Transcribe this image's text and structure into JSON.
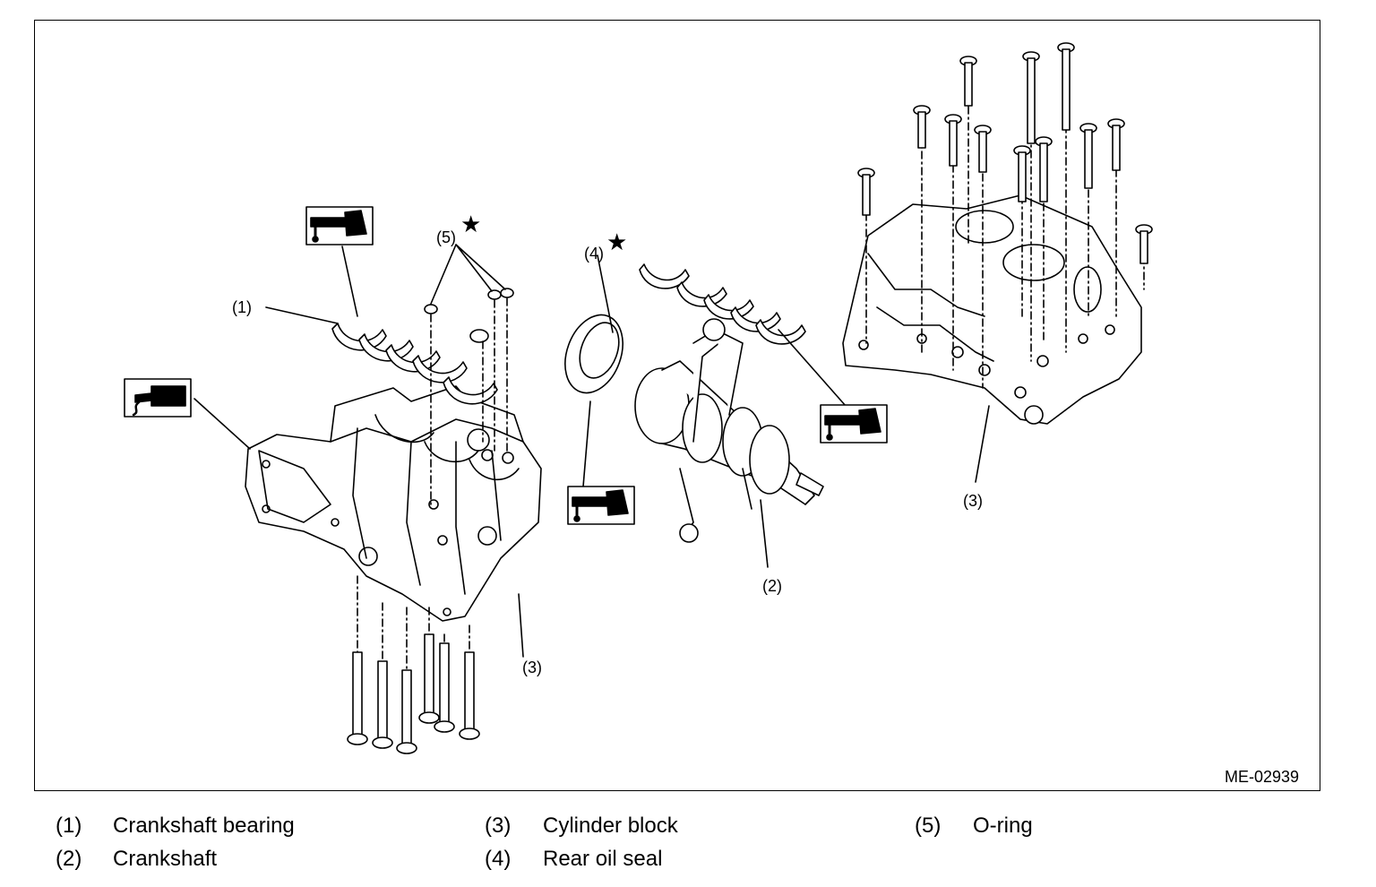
{
  "figure": {
    "code": "ME-02939",
    "callouts": {
      "c1": "(1)",
      "c2": "(2)",
      "c3_left": "(3)",
      "c3_right": "(3)",
      "c4": "(4)",
      "c5": "(5)",
      "star": "★"
    }
  },
  "legend": [
    {
      "num": "(1)",
      "label": "Crankshaft bearing"
    },
    {
      "num": "(2)",
      "label": "Crankshaft"
    },
    {
      "num": "(3)",
      "label": "Cylinder block"
    },
    {
      "num": "(4)",
      "label": "Rear oil seal"
    },
    {
      "num": "(5)",
      "label": "O-ring"
    }
  ],
  "icons": [
    "oil-can-icon",
    "sealant-icon"
  ]
}
